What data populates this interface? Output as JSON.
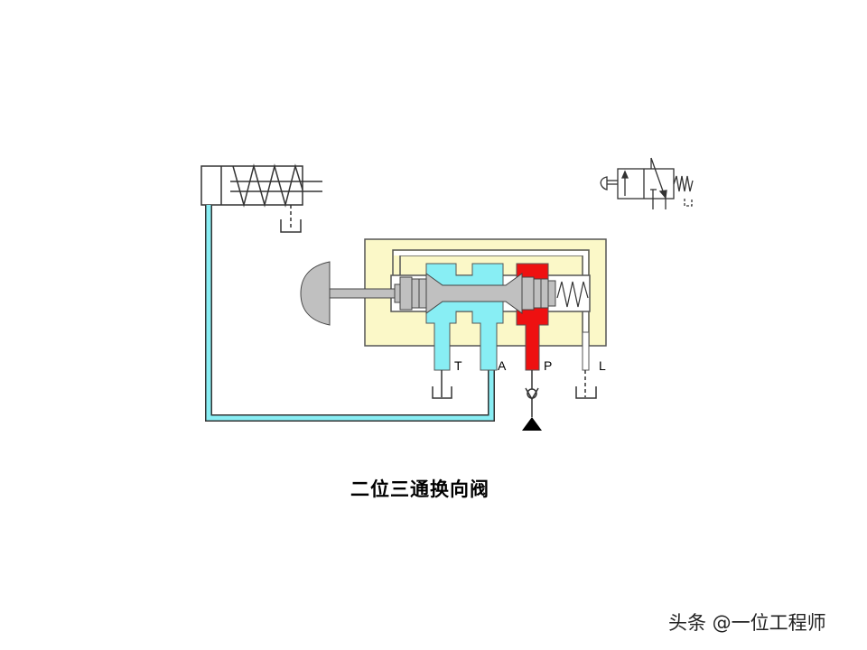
{
  "title": "二位三通换向阀",
  "watermark": "头条 @一位工程师",
  "ports": {
    "T": "T",
    "A": "A",
    "P": "P",
    "L": "L"
  },
  "colors": {
    "body": "#fbf8c8",
    "exhaust": "#88eef4",
    "pressure": "#ee1111",
    "spool": "#c0c0c0"
  }
}
